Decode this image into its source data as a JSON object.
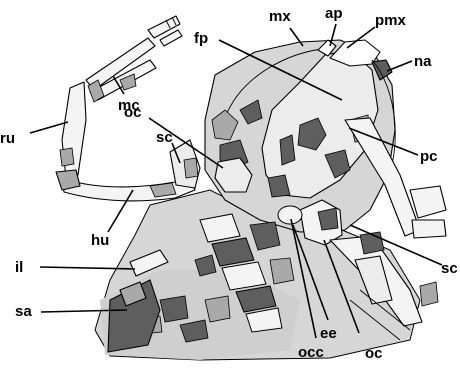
{
  "labels": {
    "mx": "mx",
    "ap": "ap",
    "pmx": "pmx",
    "fp": "fp",
    "na": "na",
    "oc_upper": "oc",
    "sc_left": "sc",
    "mc": "mc",
    "ru": "ru",
    "pc": "pc",
    "hu": "hu",
    "il": "il",
    "sa": "sa",
    "sc_right": "sc",
    "ee": "ee",
    "oc_lower": "oc",
    "occ": "occ"
  },
  "colors": {
    "background": "#ffffff",
    "light_gray": "#d6d6d6",
    "mid_gray": "#a9a9a9",
    "dark_gray": "#5e5e5e",
    "bone_white": "#f4f4f4",
    "line": "#000000"
  }
}
